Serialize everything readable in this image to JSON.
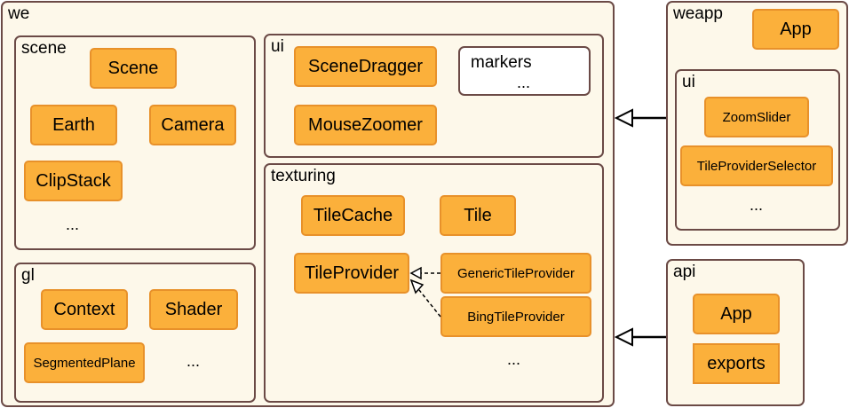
{
  "we": {
    "label": "we",
    "scene": {
      "label": "scene",
      "classes": [
        "Scene",
        "Earth",
        "Camera",
        "ClipStack"
      ],
      "more": "..."
    },
    "gl": {
      "label": "gl",
      "classes": [
        "Context",
        "Shader",
        "SegmentedPlane"
      ],
      "more": "..."
    },
    "ui": {
      "label": "ui",
      "classes": [
        "SceneDragger",
        "MouseZoomer"
      ],
      "markers": {
        "label": "markers",
        "more": "..."
      }
    },
    "texturing": {
      "label": "texturing",
      "classes": [
        "TileCache",
        "Tile",
        "TileProvider",
        "GenericTileProvider",
        "BingTileProvider"
      ],
      "more": "..."
    }
  },
  "weapp": {
    "label": "weapp",
    "app": "App",
    "ui": {
      "label": "ui",
      "classes": [
        "ZoomSlider",
        "TileProviderSelector"
      ],
      "more": "..."
    }
  },
  "api": {
    "label": "api",
    "classes": [
      "App",
      "exports"
    ]
  },
  "colors": {
    "package_fill": "#fdf8ea",
    "package_border": "#6b4a46",
    "class_fill": "#fbb03b",
    "class_border": "#e8912a"
  }
}
